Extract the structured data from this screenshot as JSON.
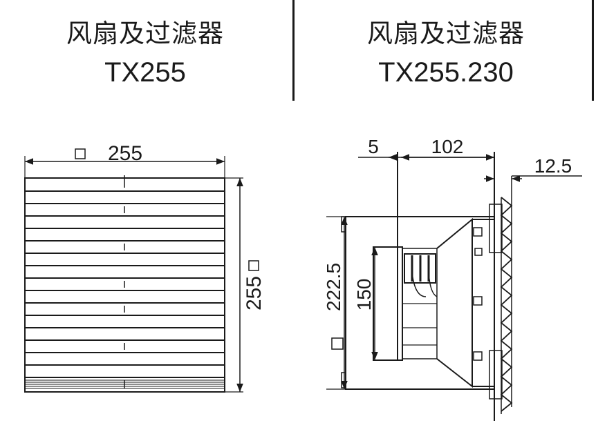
{
  "left": {
    "title_cn": "风扇及过滤器",
    "model": "TX255",
    "width_dim": "255",
    "height_dim": "255"
  },
  "right": {
    "title_cn": "风扇及过滤器",
    "model": "TX255.230",
    "dim_5": "5",
    "dim_102": "102",
    "dim_12_5": "12.5",
    "dim_222_5": "222.5",
    "dim_150": "150"
  }
}
